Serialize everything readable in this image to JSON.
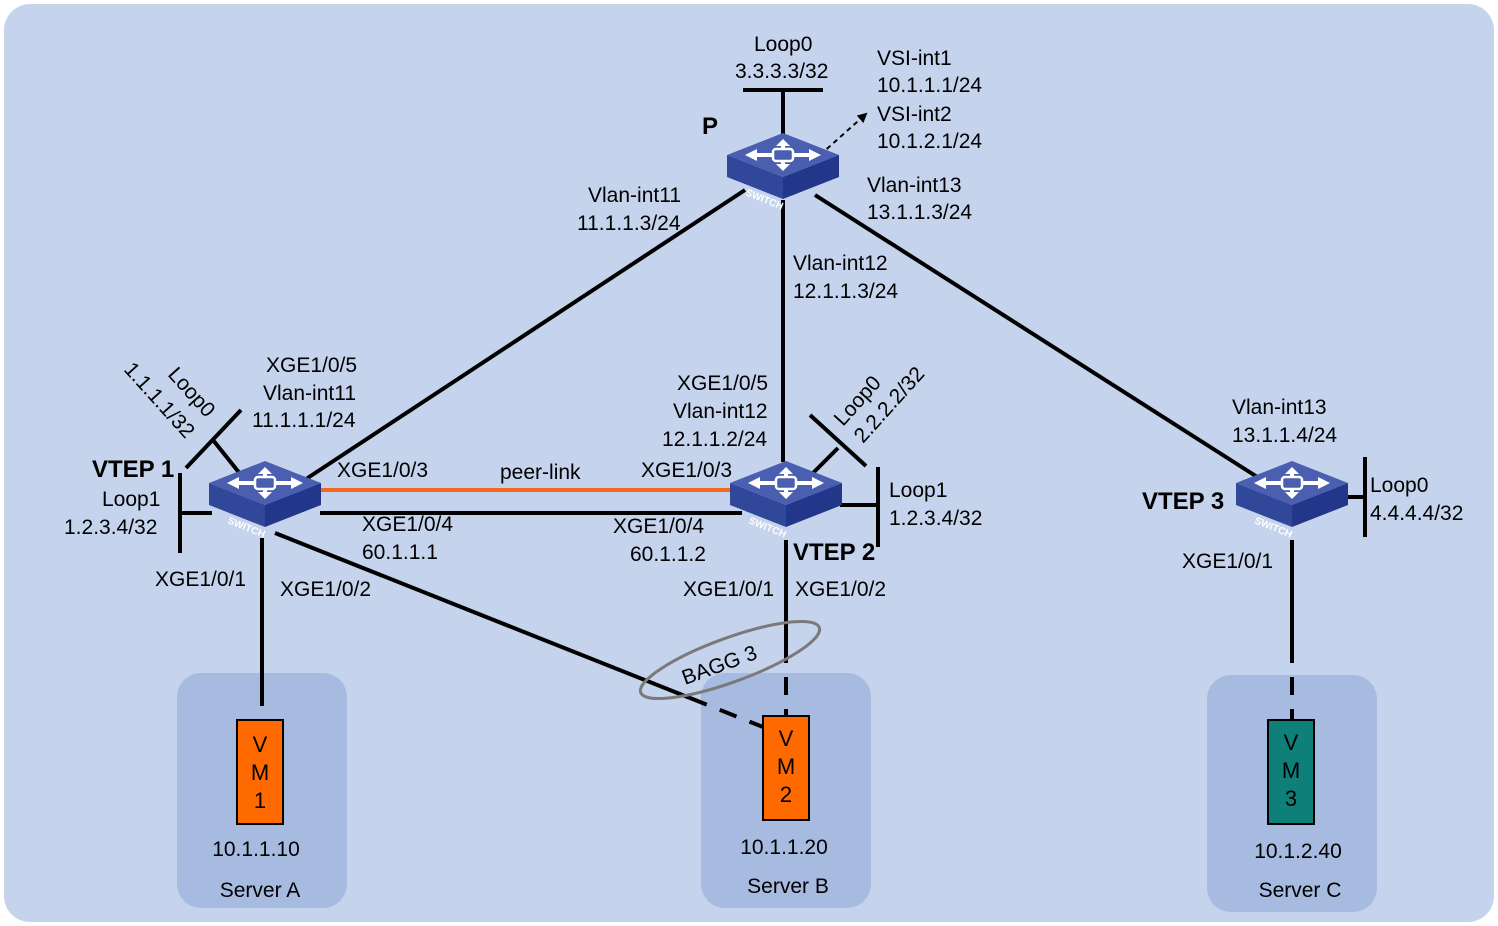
{
  "colors": {
    "background": "#c5d3ec",
    "server_box": "#a7bae0",
    "switch_top": "#4a5fb0",
    "switch_side": "#243a8c",
    "peer_link": "#f26a1b",
    "vm_orange": "#ff6a00",
    "vm_teal": "#0f7f7a",
    "line": "#000000"
  },
  "devices": {
    "p": {
      "name": "P",
      "icon": "switch-icon",
      "switch_text": "SWITCH"
    },
    "vtep1": {
      "name": "VTEP 1",
      "icon": "switch-icon",
      "switch_text": "SWITCH"
    },
    "vtep2": {
      "name": "VTEP 2",
      "icon": "switch-icon",
      "switch_text": "SWITCH"
    },
    "vtep3": {
      "name": "VTEP 3",
      "icon": "switch-icon",
      "switch_text": "SWITCH"
    }
  },
  "labels": {
    "p_loop0_name": "Loop0",
    "p_loop0_ip": "3.3.3.3/32",
    "p_vsi1_name": "VSI-int1",
    "p_vsi1_ip": "10.1.1.1/24",
    "p_vsi2_name": "VSI-int2",
    "p_vsi2_ip": "10.1.2.1/24",
    "p_vlan11_name": "Vlan-int11",
    "p_vlan11_ip": "11.1.1.3/24",
    "p_vlan13_name": "Vlan-int13",
    "p_vlan13_ip": "13.1.1.3/24",
    "p_vlan12_name": "Vlan-int12",
    "p_vlan12_ip": "12.1.1.3/24",
    "v1_loop0_name": "Loop0",
    "v1_loop0_ip": "1.1.1.1/32",
    "v1_xge5": "XGE1/0/5",
    "v1_vlan11_name": "Vlan-int11",
    "v1_vlan11_ip": "11.1.1.1/24",
    "v1_loop1_name": "Loop1",
    "v1_loop1_ip": "1.2.3.4/32",
    "v1_xge3": "XGE1/0/3",
    "v1_xge4": "XGE1/0/4",
    "v1_xge4_ip": "60.1.1.1",
    "v1_xge1": "XGE1/0/1",
    "v1_xge2": "XGE1/0/2",
    "peer_link": "peer-link",
    "v2_xge5": "XGE1/0/5",
    "v2_vlan12_name": "Vlan-int12",
    "v2_vlan12_ip": "12.1.1.2/24",
    "v2_loop0_name": "Loop0",
    "v2_loop0_ip": "2.2.2.2/32",
    "v2_loop1_name": "Loop1",
    "v2_loop1_ip": "1.2.3.4/32",
    "v2_xge3": "XGE1/0/3",
    "v2_xge4": "XGE1/0/4",
    "v2_xge4_ip": "60.1.1.2",
    "v2_xge1": "XGE1/0/1",
    "v2_xge2": "XGE1/0/2",
    "bagg": "BAGG 3",
    "v3_vlan13_name": "Vlan-int13",
    "v3_vlan13_ip": "13.1.1.4/24",
    "v3_loop0_name": "Loop0",
    "v3_loop0_ip": "4.4.4.4/32",
    "v3_xge1": "XGE1/0/1"
  },
  "servers": {
    "a": {
      "name": "Server A",
      "ip": "10.1.1.10",
      "vm": [
        "V",
        "M",
        "1"
      ]
    },
    "b": {
      "name": "Server B",
      "ip": "10.1.1.20",
      "vm": [
        "V",
        "M",
        "2"
      ]
    },
    "c": {
      "name": "Server C",
      "ip": "10.1.2.40",
      "vm": [
        "V",
        "M",
        "3"
      ]
    }
  }
}
